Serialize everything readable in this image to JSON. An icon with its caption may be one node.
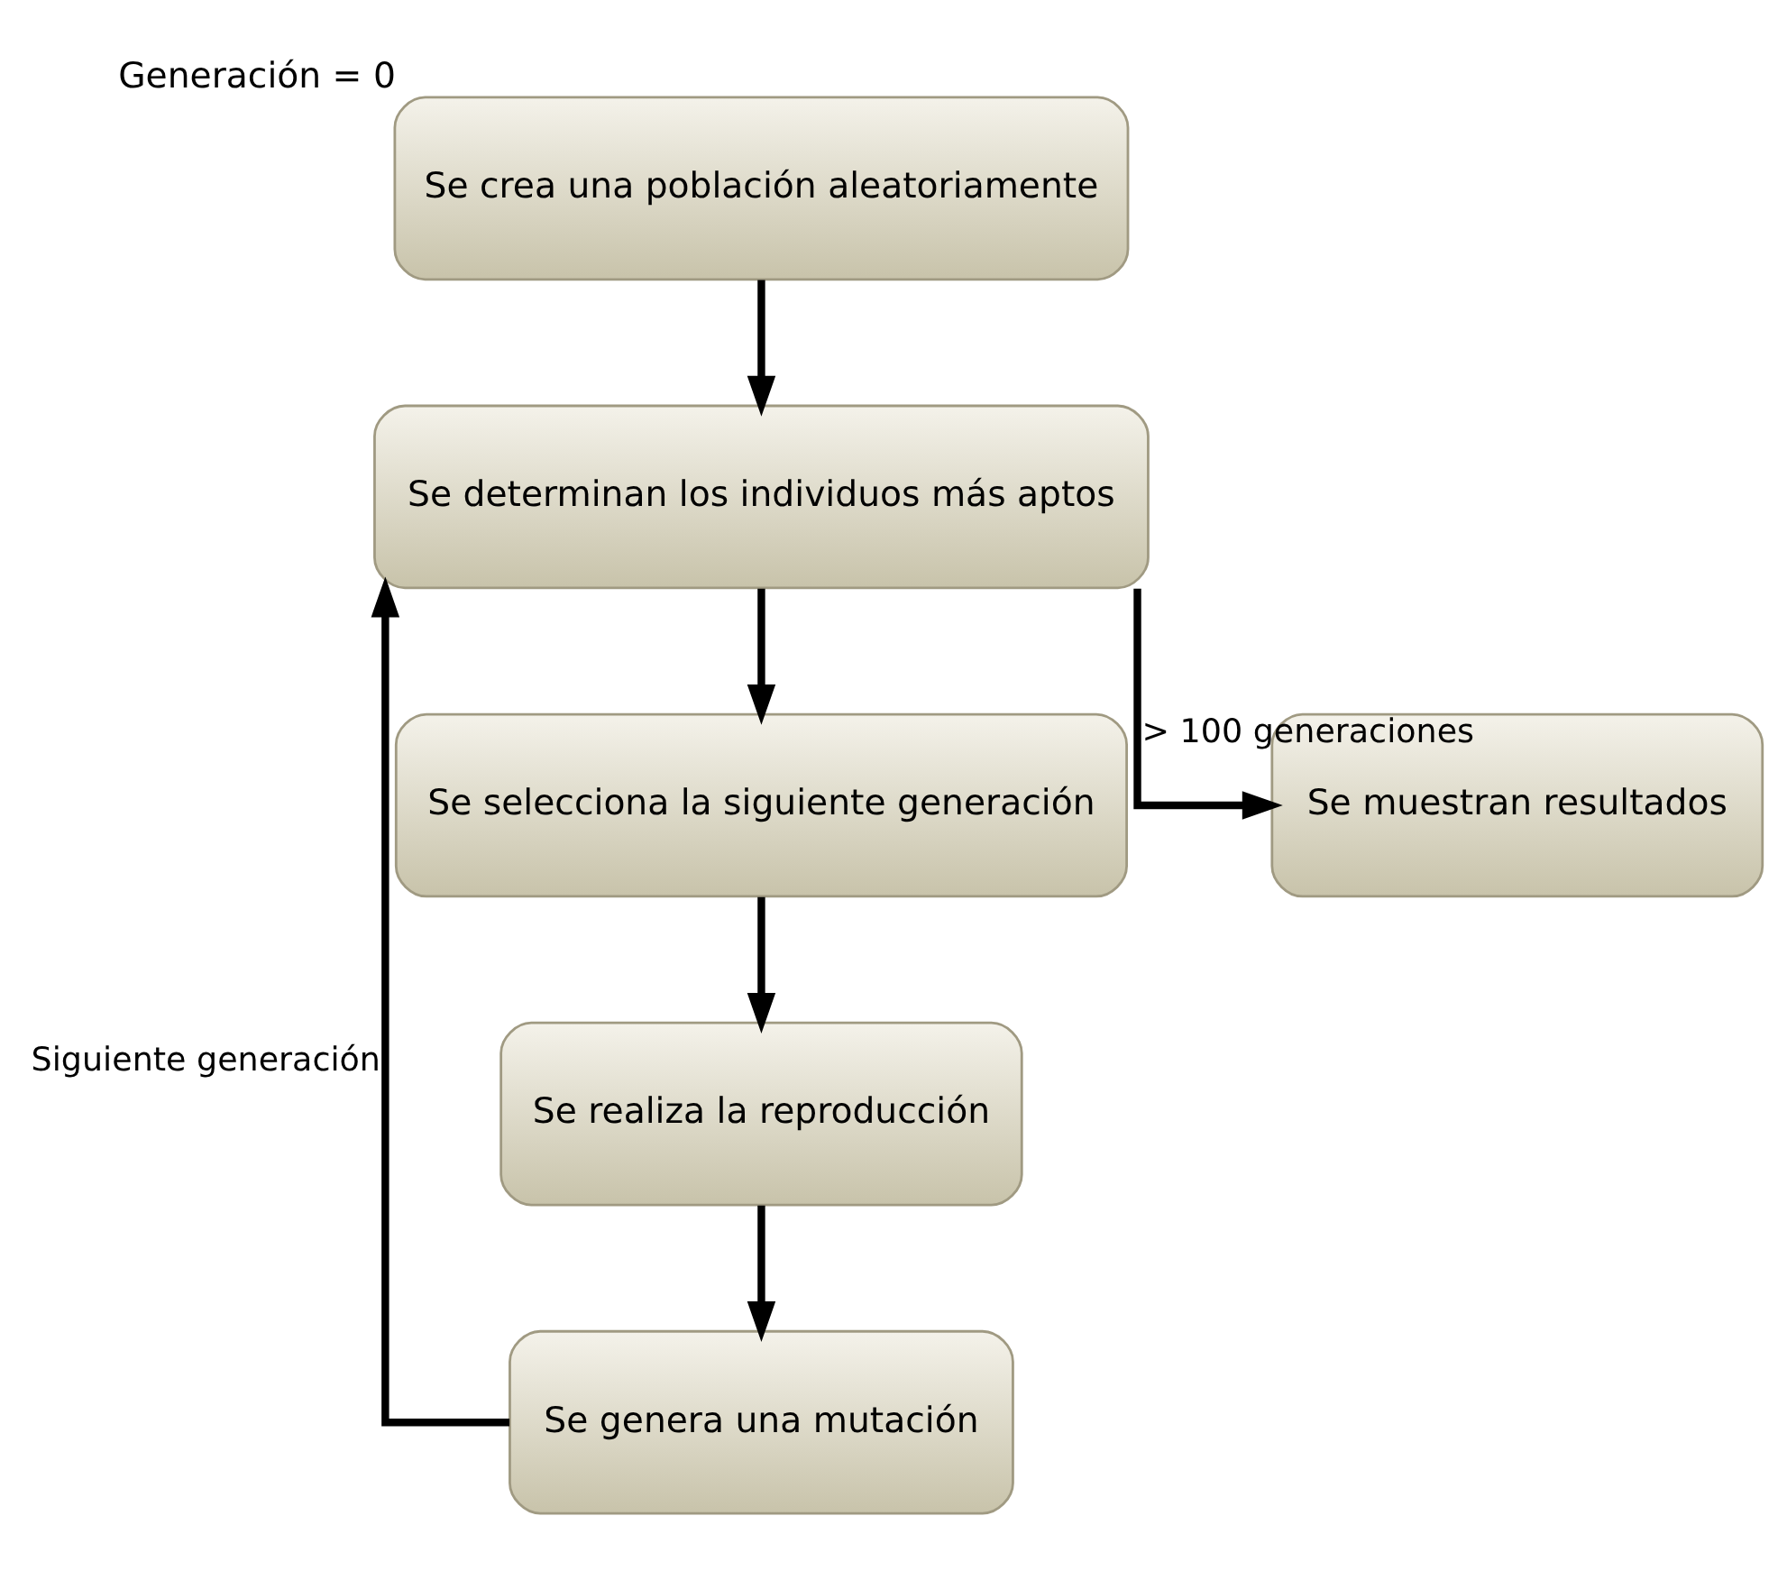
{
  "diagram": {
    "nodes": [
      {
        "text": [
          "Se crea una población aleatoriamente"
        ],
        "beside": [
          "Generación = 0"
        ]
      },
      {
        "text": [
          "Se determinan los individuos más aptos"
        ]
      },
      {
        "text": [
          "Se selecciona la siguiente generación"
        ]
      },
      {
        "text": [
          "Se realiza la reproducción"
        ]
      },
      {
        "text": [
          "Se genera una mutación"
        ]
      },
      {
        "text": [
          "Se muestran resultados"
        ]
      }
    ],
    "edges": [
      {
        "from": 0,
        "to": 1,
        "arrow": "to"
      },
      {
        "from": 1,
        "to": 2,
        "arrow": "to"
      },
      {
        "from": 2,
        "to": 3,
        "arrow": "to"
      },
      {
        "from": 3,
        "to": 4,
        "arrow": "to"
      },
      {
        "from": 4,
        "to": 1,
        "arrow": "to",
        "label": "Siguiente generación"
      },
      {
        "from": 1,
        "to": 5,
        "arrow": "to",
        "label": "> 100 generaciones"
      }
    ]
  }
}
